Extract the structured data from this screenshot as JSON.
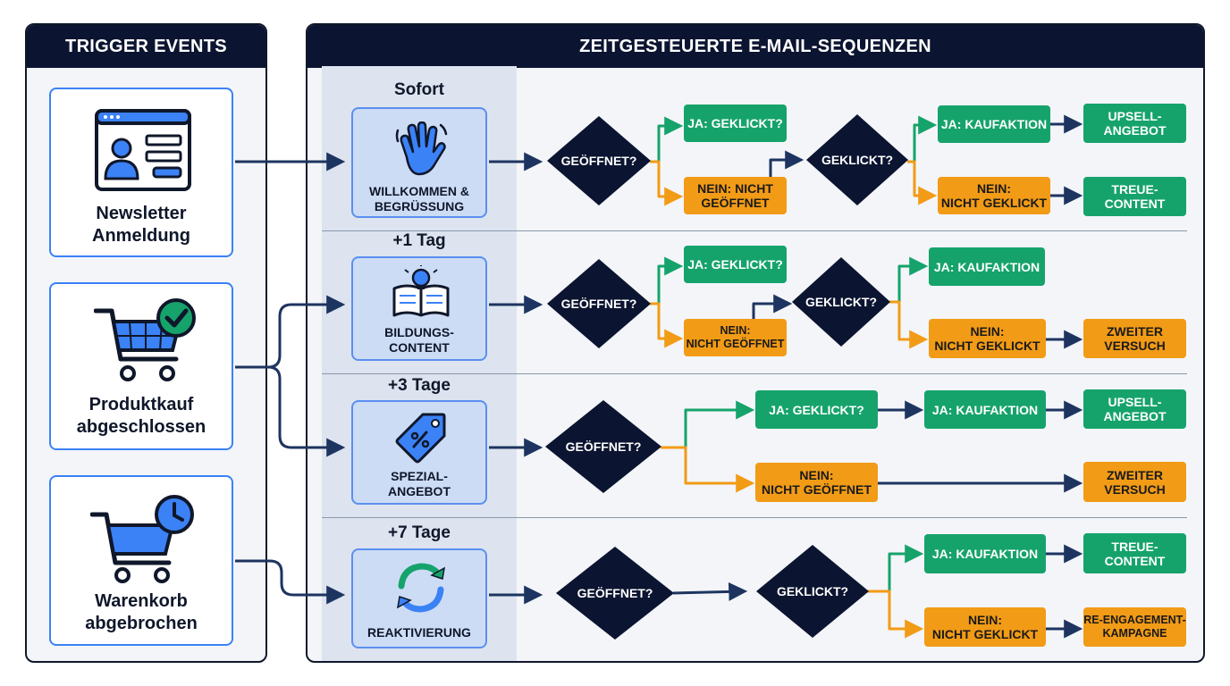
{
  "left_panel": {
    "title": "TRIGGER EVENTS"
  },
  "right_panel": {
    "title": "ZEITGESTEUERTE E-MAIL-SEQUENZEN"
  },
  "triggers": [
    {
      "label": "Newsletter\nAnmeldung",
      "icon": "newsletter-signup-icon"
    },
    {
      "label": "Produktkauf\nabgeschlossen",
      "icon": "cart-check-icon"
    },
    {
      "label": "Warenkorb\nabgebrochen",
      "icon": "cart-clock-icon"
    }
  ],
  "stages": [
    {
      "time": "Sofort",
      "email": "WILLKOMMEN &\nBEGRÜSSUNG",
      "icon": "waving-hand-icon"
    },
    {
      "time": "+1 Tag",
      "email": "BILDUNGS-\nCONTENT",
      "icon": "book-lightbulb-icon"
    },
    {
      "time": "+3 Tage",
      "email": "SPEZIAL-\nANGEBOT",
      "icon": "discount-tag-icon"
    },
    {
      "time": "+7 Tage",
      "email": "REAKTIVIERUNG",
      "icon": "refresh-icon"
    }
  ],
  "row1": {
    "opened": "GEÖFFNET?",
    "yes_clicked": "JA: GEKLICKT?",
    "no_opened": "NEIN: NICHT\nGEÖFFNET",
    "clicked": "GEKLICKT?",
    "yes_purchase": "JA: KAUFAKTION",
    "no_clicked": "NEIN:\nNICHT GEKLICKT",
    "upsell": "UPSELL-\nANGEBOT",
    "loyalty": "TREUE-\nCONTENT"
  },
  "row2": {
    "opened": "GEÖFFNET?",
    "yes_clicked": "JA: GEKLICKT?",
    "no_opened": "NEIN:\nNICHT GEÖFFNET",
    "clicked": "GEKLICKT?",
    "yes_purchase": "JA: KAUFAKTION",
    "no_clicked": "NEIN:\nNICHT GEKLICKT",
    "second_try": "ZWEITER\nVERSUCH"
  },
  "row3": {
    "opened": "GEÖFFNET?",
    "yes_clicked": "JA: GEKLICKT?",
    "yes_purchase": "JA: KAUFAKTION",
    "upsell": "UPSELL-\nANGEBOT",
    "no_opened": "NEIN:\nNICHT GEÖFFNET",
    "second_try": "ZWEITER\nVERSUCH"
  },
  "row4": {
    "opened": "GEÖFFNET?",
    "clicked": "GEKLICKT?",
    "yes_purchase": "JA: KAUFAKTION",
    "no_clicked": "NEIN:\nNICHT GEKLICKT",
    "loyalty": "TREUE-\nCONTENT",
    "reengagement": "RE-ENGAGEMENT-\nKAMPAGNE"
  },
  "colors": {
    "navy": "#0b1430",
    "green": "#16a36b",
    "orange": "#f29b16",
    "blue": "#3b82f6"
  }
}
